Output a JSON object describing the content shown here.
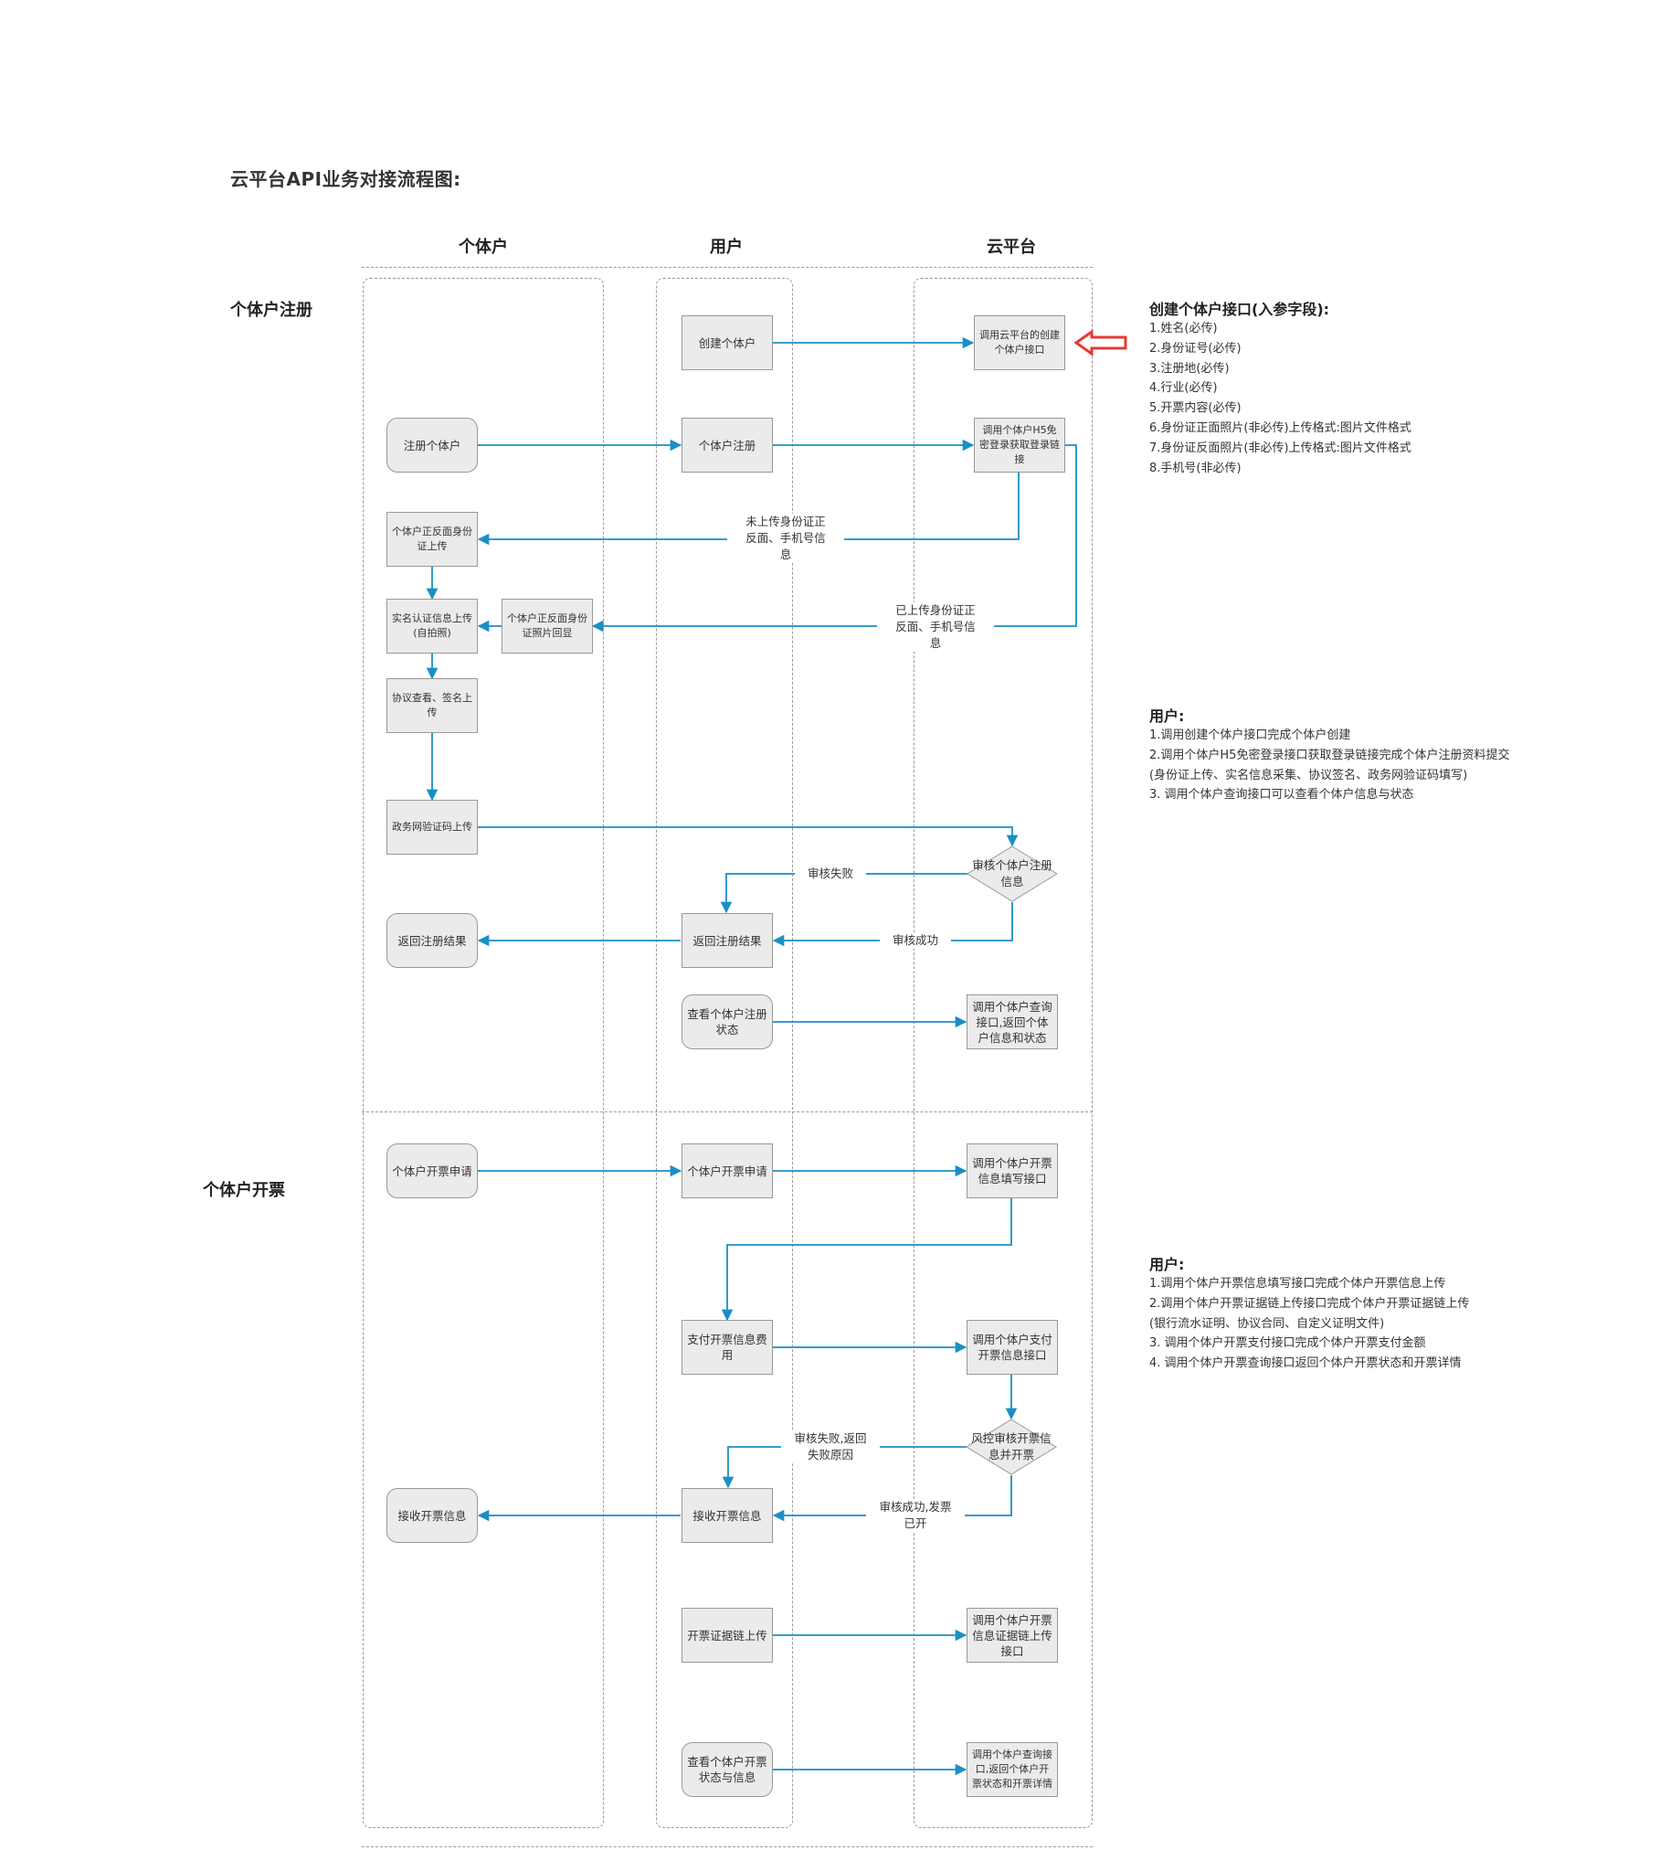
{
  "title": "云平台API业务对接流程图:",
  "lanes": [
    "个体户",
    "用户",
    "云平台"
  ],
  "sections": {
    "register": "个体户注册",
    "invoice": "个体户开票"
  },
  "nodes": {
    "create_user": "创建个体户",
    "call_create": "调用云平台的创建个体户接口",
    "register_person": "注册个体户",
    "person_register": "个体户注册",
    "call_h5": "调用个体户H5免密登录获取登录链接",
    "id_upload": "个体户正反面身份证上传",
    "realname_upload": "实名认证信息上传\n(自拍照)",
    "id_echo": "个体户正反面身份证照片回显",
    "agreement": "协议查看、签名上传",
    "gov_code": "政务网验证码上传",
    "audit_register": "审核个体户注册信息",
    "return_result_person": "返回注册结果",
    "return_result_user": "返回注册结果",
    "check_status": "查看个体户注册状态",
    "call_query": "调用个体户查询接口,返回个体户信息和状态",
    "invoice_apply_person": "个体户开票申请",
    "invoice_apply_user": "个体户开票申请",
    "call_invoice_fill": "调用个体户开票信息填写接口",
    "pay_fee": "支付开票信息费用",
    "call_pay": "调用个体户支付开票信息接口",
    "risk_audit": "风控审核开票信息并开票",
    "receive_person": "接收开票信息",
    "receive_user": "接收开票信息",
    "evidence_upload": "开票证据链上传",
    "call_evidence": "调用个体户开票信息证据链上传接口",
    "check_invoice": "查看个体户开票状态与信息",
    "call_invoice_query": "调用个体户查询接口,返回个体户开票状态和开票详情"
  },
  "edge_labels": {
    "not_uploaded": "未上传身份证正\n反面、手机号信\n息",
    "uploaded": "已上传身份证正\n反面、手机号信\n息",
    "audit_fail": "审核失败",
    "audit_success": "审核成功",
    "risk_fail": "审核失败,返回\n失败原因",
    "risk_success": "审核成功,发票\n已开"
  },
  "notes": {
    "create_api": {
      "title": "创建个体户接口(入参字段):",
      "lines": [
        "1.姓名(必传)",
        "2.身份证号(必传)",
        "3.注册地(必传)",
        "4.行业(必传)",
        "5.开票内容(必传)",
        "6.身份证正面照片(非必传)上传格式:图片文件格式",
        "7.身份证反面照片(非必传)上传格式:图片文件格式",
        "8.手机号(非必传)"
      ]
    },
    "user_register": {
      "title": "用户:",
      "lines": [
        "1.调用创建个体户接口完成个体户创建",
        "2.调用个体户H5免密登录接口获取登录链接完成个体户注册资料提交",
        "(身份证上传、实名信息采集、协议签名、政务网验证码填写)",
        "3. 调用个体户查询接口可以查看个体户信息与状态"
      ]
    },
    "user_invoice": {
      "title": "用户:",
      "lines": [
        "1.调用个体户开票信息填写接口完成个体户开票信息上传",
        "2.调用个体户开票证据链上传接口完成个体户开票证据链上传",
        "(银行流水证明、协议合同、自定义证明文件)",
        "3. 调用个体户开票支付接口完成个体户开票支付金额",
        "4. 调用个体户开票查询接口返回个体户开票状态和开票详情"
      ]
    }
  },
  "colors": {
    "arrow": "#1a8fc5",
    "highlight_arrow": "#e53935"
  }
}
